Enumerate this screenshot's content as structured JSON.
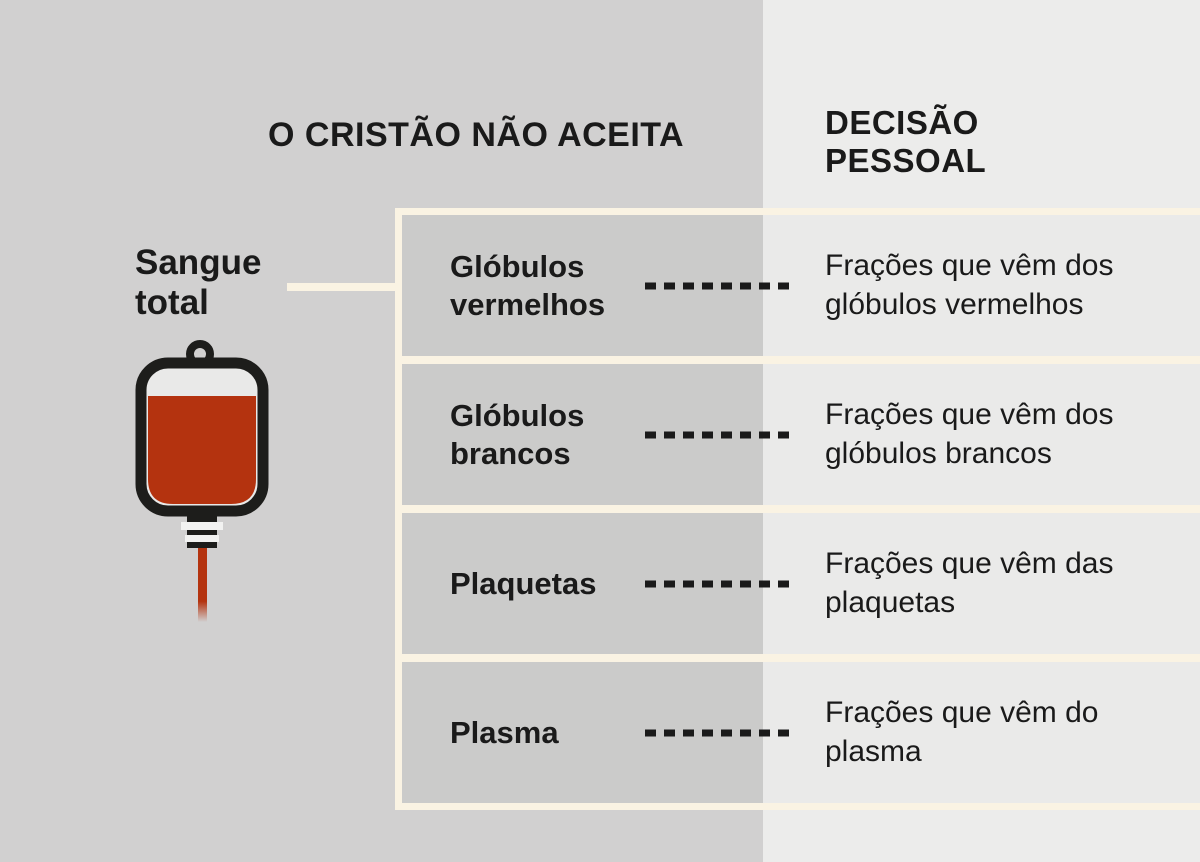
{
  "title": "Diagrama sobre sangue e frações",
  "header": {
    "left": "O CRISTÃO NÃO ACEITA",
    "right_line1": "DECISÃO",
    "right_line2": "PESSOAL"
  },
  "source": {
    "label_line1": "Sangue",
    "label_line2": "total",
    "icon": "blood-bag"
  },
  "rows": [
    {
      "component": "Glóbulos vermelhos",
      "fraction": "Frações que vêm dos glóbulos vermelhos"
    },
    {
      "component": "Glóbulos brancos",
      "fraction": "Frações que vêm dos glóbulos brancos"
    },
    {
      "component": "Plaquetas",
      "fraction": "Frações que vêm das plaquetas"
    },
    {
      "component": "Plasma",
      "fraction": "Frações que vêm do plasma"
    }
  ],
  "colors": {
    "left_background": "#d1d0d0",
    "right_background": "#ececeb",
    "component_cell": "#cbcbca",
    "fraction_cell": "#eaeae9",
    "border_cream": "#faf3e3",
    "text": "#1a1a1a",
    "blood_red": "#b4330f",
    "bag_outline": "#1d1d1b"
  }
}
